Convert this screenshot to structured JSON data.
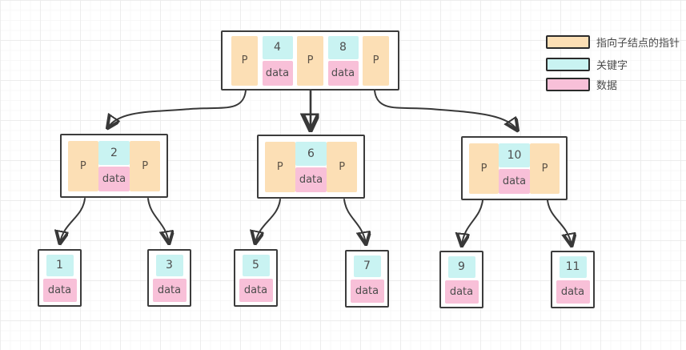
{
  "colors": {
    "pointer": "#fcdfb5",
    "key": "#c9f3f2",
    "data": "#f8c0d8",
    "stroke": "#383838"
  },
  "legend": {
    "items": [
      {
        "name": "pointer-to-child",
        "label": "指向子结点的指针"
      },
      {
        "name": "key",
        "label": "关键字"
      },
      {
        "name": "data",
        "label": "数据"
      }
    ]
  },
  "diagram": {
    "pointer_label": "P",
    "data_label": "data",
    "root": {
      "keys": [
        "4",
        "8"
      ]
    },
    "internal_nodes": [
      {
        "key": "2"
      },
      {
        "key": "6"
      },
      {
        "key": "10"
      }
    ],
    "leaf_nodes": [
      {
        "key": "1"
      },
      {
        "key": "3"
      },
      {
        "key": "5"
      },
      {
        "key": "7"
      },
      {
        "key": "9"
      },
      {
        "key": "11"
      }
    ]
  }
}
